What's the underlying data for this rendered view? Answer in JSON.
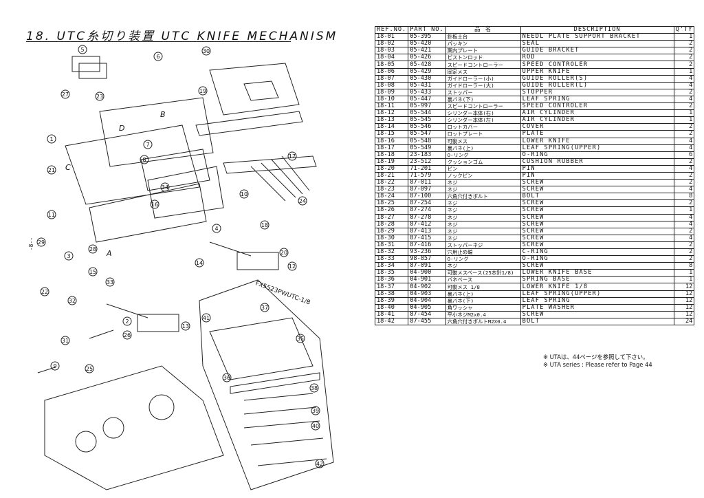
{
  "title": "18. UTC糸切り装置  UTC KNIFE MECHANISM",
  "drawing": {
    "callouts": [
      "1",
      "2",
      "3",
      "4",
      "5",
      "6",
      "7",
      "8",
      "9",
      "10",
      "11",
      "12",
      "13",
      "14",
      "15",
      "16",
      "17",
      "18",
      "19",
      "20",
      "21",
      "22",
      "23",
      "24",
      "25",
      "26",
      "27",
      "28",
      "29",
      "30",
      "31",
      "32",
      "33",
      "34",
      "35",
      "36",
      "37",
      "38",
      "39",
      "40",
      "41",
      "42"
    ],
    "section_letters": [
      "A",
      "B",
      "C",
      "D"
    ],
    "sub_assembly_label": "FX5523PWUTC-1/8",
    "side_mark": "-8--"
  },
  "table": {
    "headers": [
      "REF.NO.",
      "PART NO.",
      "品    名",
      "DESCRIPTION",
      "Q'TY"
    ],
    "rows": [
      [
        "18-01",
        "05-395",
        "針板土台",
        "NEEDL PLATE SUPPORT BRACKET",
        "1"
      ],
      [
        "18-02",
        "05-420",
        "パッキン",
        "SEAL",
        "2"
      ],
      [
        "18-03",
        "05-421",
        "案内プレート",
        "GUIDE BRACKET",
        "2"
      ],
      [
        "18-04",
        "05-426",
        "ピストンロッド",
        "ROD",
        "2"
      ],
      [
        "18-05",
        "05-428",
        "スピードコントローラー",
        "SPEED CONTROLER",
        "2"
      ],
      [
        "18-06",
        "05-429",
        "固定メス",
        "UPPER KNIFE",
        "1"
      ],
      [
        "18-07",
        "05-430",
        "ガイドローラー(小)",
        "GUIDE ROLLER(S)",
        "4"
      ],
      [
        "18-08",
        "05-431",
        "ガイドローラー(大)",
        "GUIDE ROLLER(L)",
        "4"
      ],
      [
        "18-09",
        "05-433",
        "ストッパー",
        "STOPPER",
        "2"
      ],
      [
        "18-10",
        "05-447",
        "裏バネ(下)",
        "LEAF SPRING",
        "4"
      ],
      [
        "18-11",
        "05-997",
        "スピードコントローラー",
        "SPEED CONTROLER",
        "2"
      ],
      [
        "18-12",
        "05-544",
        "シリンダー本体(右)",
        "AIR CYLINDER",
        "1"
      ],
      [
        "18-13",
        "05-545",
        "シリンダー本体(左)",
        "AIR CYLINDER",
        "1"
      ],
      [
        "18-14",
        "05-546",
        "ロットカバー",
        "COVER",
        "2"
      ],
      [
        "18-15",
        "05-547",
        "ロットプレート",
        "PLATE",
        "2"
      ],
      [
        "18-16",
        "05-548",
        "可動メス",
        "LOWER KNIFE",
        "4"
      ],
      [
        "18-17",
        "05-549",
        "裏バネ(上)",
        "LEAF SPRING(UPPER)",
        "4"
      ],
      [
        "18-18",
        "23-183",
        "O-リング",
        "O-RING",
        "6"
      ],
      [
        "18-19",
        "23-512",
        "クッションゴム",
        "CUSHION RUBBER",
        "2"
      ],
      [
        "18-20",
        "71-201",
        "ピン",
        "PIN",
        "4"
      ],
      [
        "18-21",
        "71-579",
        "ノックピン",
        "PIN",
        "2"
      ],
      [
        "18-22",
        "87-011",
        "ネジ",
        "SCREW",
        "2"
      ],
      [
        "18-23",
        "87-097",
        "ネジ",
        "SCREW",
        "4"
      ],
      [
        "18-24",
        "87-100",
        "六角穴付きボルト",
        "BOLT",
        "8"
      ],
      [
        "18-25",
        "87-254",
        "ネジ",
        "SCREW",
        "2"
      ],
      [
        "18-26",
        "87-274",
        "ネジ",
        "SCREW",
        "1"
      ],
      [
        "18-27",
        "87-278",
        "ネジ",
        "SCREW",
        "4"
      ],
      [
        "18-28",
        "87-412",
        "ネジ",
        "SCREW",
        "4"
      ],
      [
        "18-29",
        "87-413",
        "ネジ",
        "SCREW",
        "2"
      ],
      [
        "18-30",
        "87-415",
        "ネジ",
        "SCREW",
        "4"
      ],
      [
        "18-31",
        "87-416",
        "ストッパーネジ",
        "SCREW",
        "2"
      ],
      [
        "18-32",
        "93-236",
        "穴用止め輪",
        "C-RING",
        "2"
      ],
      [
        "18-33",
        "98-857",
        "O-リング",
        "O-RING",
        "2"
      ],
      [
        "18-34",
        "87-091",
        "ネジ",
        "SCREW",
        "8"
      ],
      [
        "18-35",
        "04-900",
        "可動メスベース(25本針1/8)",
        "LOWER KNIFE BASE",
        "1"
      ],
      [
        "18-36",
        "04-901",
        "バネベース",
        "SPRING BASE",
        "1"
      ],
      [
        "18-37",
        "04-902",
        "可動メス 1/8",
        "LOWER KNIFE 1/8",
        "12"
      ],
      [
        "18-38",
        "04-903",
        "裏バネ(上)",
        "LEAF SPRING(UPPER)",
        "12"
      ],
      [
        "18-39",
        "04-904",
        "裏バネ(下)",
        "LEAF SPRING",
        "12"
      ],
      [
        "18-40",
        "04-905",
        "角ワッシャ",
        "PLATE WASHER",
        "12"
      ],
      [
        "18-41",
        "87-454",
        "平小ネジM2x0.4",
        "SCREW",
        "12"
      ],
      [
        "18-42",
        "87-455",
        "六角穴付きボルトM2X0.4",
        "BOLT",
        "24"
      ]
    ]
  },
  "notes": [
    "※ UTAは、44ページを参照して下さい。",
    "※ UTA series : Please refer to Page 44"
  ]
}
